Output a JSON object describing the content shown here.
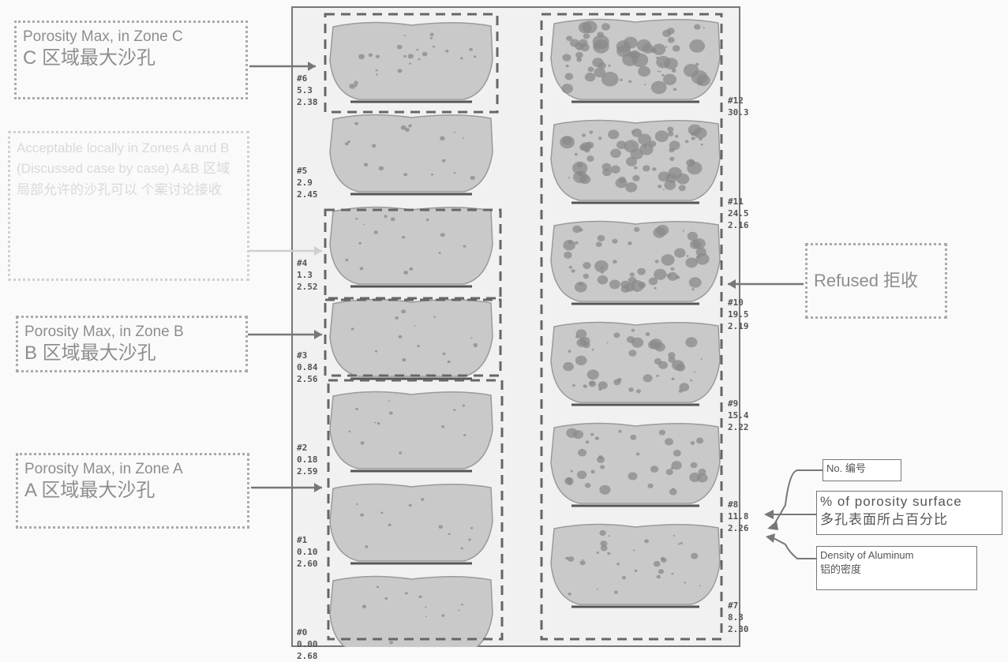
{
  "callouts": {
    "zone_c": {
      "en": "Porosity Max, in Zone C",
      "zh": "C 区域最大沙孔"
    },
    "acceptable": {
      "text": "Acceptable locally in Zones A and B (Discussed case by case) A&B 区域 局部允许的沙孔可以 个案讨论接收"
    },
    "zone_b": {
      "en": "Porosity Max, in Zone B",
      "zh": "B 区域最大沙孔"
    },
    "zone_a": {
      "en": "Porosity Max, in Zone A",
      "zh": "A 区域最大沙孔"
    },
    "refused": {
      "text": "Refused 拒收"
    }
  },
  "samples_left": [
    {
      "no": "#6",
      "porosity": "5.3",
      "density": "2.38"
    },
    {
      "no": "#5",
      "porosity": "2.9",
      "density": "2.45"
    },
    {
      "no": "#4",
      "porosity": "1.3",
      "density": "2.52"
    },
    {
      "no": "#3",
      "porosity": "0.84",
      "density": "2.56"
    },
    {
      "no": "#2",
      "porosity": "0.18",
      "density": "2.59"
    },
    {
      "no": "#1",
      "porosity": "0.10",
      "density": "2.60"
    },
    {
      "no": "#0",
      "porosity": "0.00",
      "density": "2.68"
    }
  ],
  "samples_right": [
    {
      "no": "#12",
      "porosity": "30.3",
      "density": ""
    },
    {
      "no": "#11",
      "porosity": "24.5",
      "density": "2.16"
    },
    {
      "no": "#10",
      "porosity": "19.5",
      "density": "2.19"
    },
    {
      "no": "#9",
      "porosity": "15.4",
      "density": "2.22"
    },
    {
      "no": "#8",
      "porosity": "11.8",
      "density": "2.26"
    },
    {
      "no": "#7",
      "porosity": "8.3",
      "density": "2.30"
    }
  ],
  "legend": {
    "number": "No. 编号",
    "porosity_en": "% of porosity surface",
    "porosity_zh": "多孔表面所占百分比",
    "density_en": "Density of Aluminum",
    "density_zh": "铝的密度"
  },
  "colors": {
    "sample_fill": "#c9c9c9",
    "pore": "#8a8a8a",
    "frame": "#777777"
  }
}
